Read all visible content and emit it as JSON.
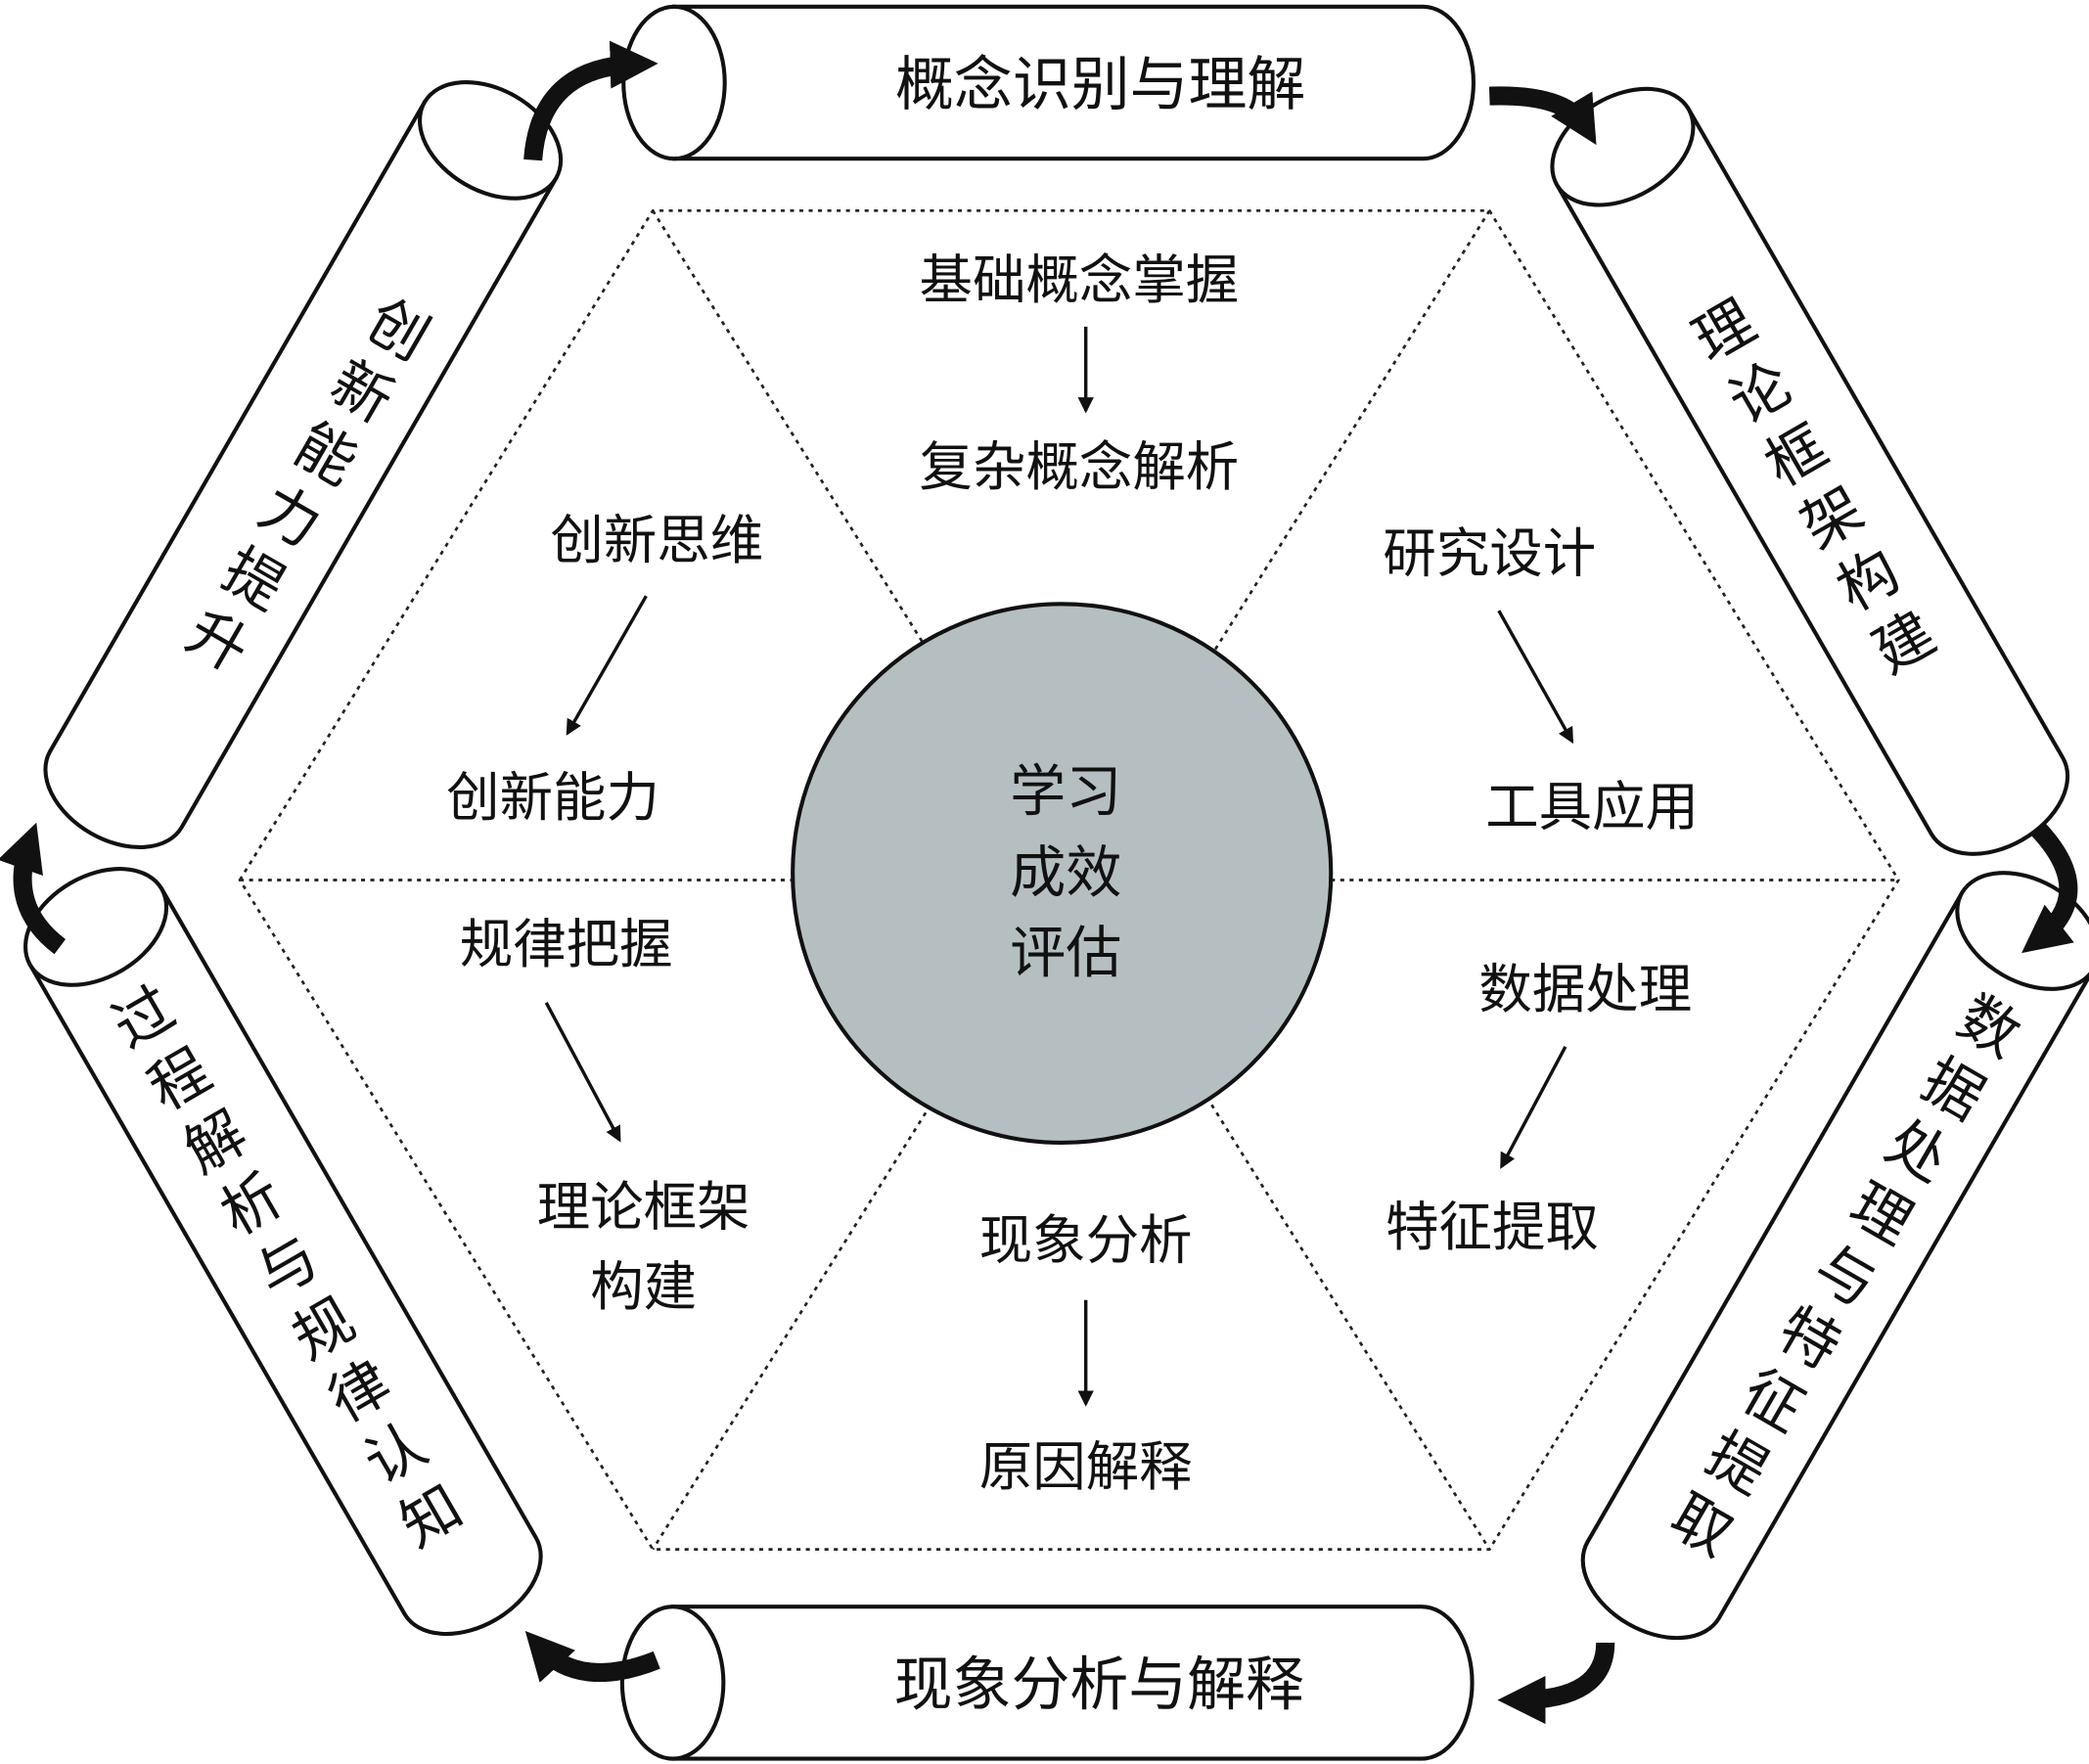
{
  "center": {
    "lines": [
      "学习",
      "成效",
      "评估"
    ],
    "fill": "#b5bfc1"
  },
  "cylinders": {
    "top": "概念识别与理解",
    "top_right": "理论框架构建",
    "bottom_right": "数据处理与特征提取",
    "bottom": "现象分析与解释",
    "bottom_left": "过程解析与规律认知",
    "top_left": "创新能力提升"
  },
  "sectors": {
    "top": {
      "from": "基础概念掌握",
      "to": "复杂概念解析"
    },
    "top_right": {
      "from": "研究设计",
      "to": "工具应用"
    },
    "bottom_right": {
      "from": "数据处理",
      "to": "特征提取"
    },
    "bottom": {
      "from": "现象分析",
      "to": "原因解释"
    },
    "bottom_left": {
      "from": "规律把握",
      "to_lines": [
        "理论框架",
        "构建"
      ]
    },
    "top_left": {
      "from": "创新思维",
      "to": "创新能力"
    }
  }
}
